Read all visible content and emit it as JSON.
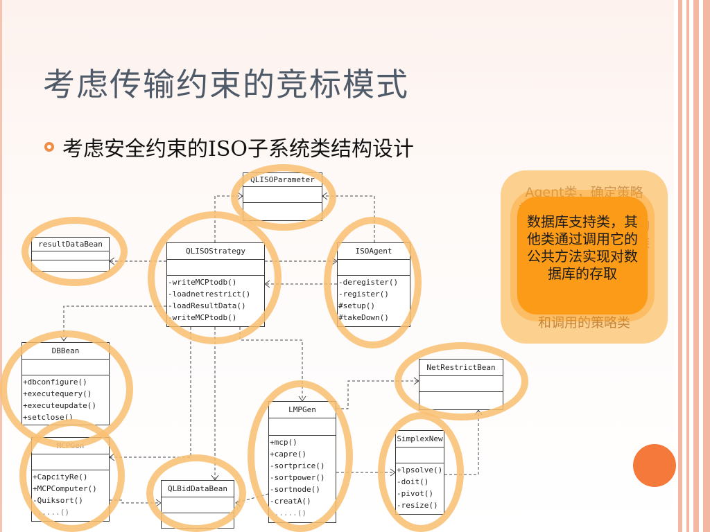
{
  "slide": {
    "title": "考虑传输约束的竞标模式",
    "bullet": "考虑安全约束的ISO子系统类结构设计"
  },
  "classes": {
    "qliso_parameter": {
      "name": "QLISOParameter",
      "ops": []
    },
    "result_data_bean": {
      "name": "resultDataBean",
      "ops": []
    },
    "qliso_strategy": {
      "name": "QLISOStrategy",
      "ops": [
        "-writeMCPtodb()",
        "-loadnetrestrict()",
        "-loadResultData()",
        "-writeMCPtodb()"
      ]
    },
    "iso_agent": {
      "name": "ISOAgent",
      "ops": [
        "-deregister()",
        "-register()",
        "#setup()",
        "#takeDown()"
      ]
    },
    "db_bean": {
      "name": "DBBean",
      "ops": [
        "+dbconfigure()",
        "+executequery()",
        "+executeupdate()",
        "+setclose()"
      ]
    },
    "net_restrict_bean": {
      "name": "NetRestrictBean",
      "ops": []
    },
    "lmp_gen": {
      "name": "LMPGen",
      "ops": [
        "+mcp()",
        "+capre()",
        "-sortprice()",
        "-sortpower()",
        "-sortnode()",
        "-creatA()",
        "......()"
      ]
    },
    "simplex_new": {
      "name": "SimplexNew",
      "ops": [
        "+lpsolve()",
        "-doit()",
        "-pivot()",
        "-resize()"
      ]
    },
    "mcp_gen": {
      "name": "MCPGen",
      "ops": [
        "+CapcityRe()",
        "+MCPComputer()",
        "-Quiksort()",
        "......()"
      ]
    },
    "ql_bid_data_bean": {
      "name": "QLBidDataBean",
      "ops": []
    }
  },
  "callouts": {
    "back": "Agent类，确定策略类，确定仿真参数类，负责处理与计算结果的调用函数调用的策略类",
    "back_tail": "和调用的策略类",
    "front": "数据库支持类，其他类通过调用它的公共方法实现对数据库的存取"
  },
  "colors": {
    "ring": "#f9be70",
    "callout_front": "#fb9b18",
    "callout_back": "#fcd08e",
    "accent_circle": "#f5793a",
    "title": "#4f5a69"
  }
}
